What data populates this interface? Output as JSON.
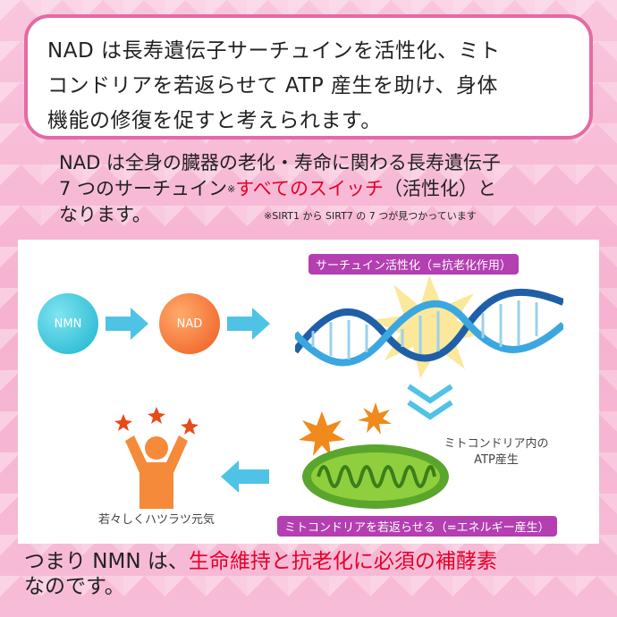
{
  "header": {
    "line1": "NAD は長寿遺伝子サーチュインを活性化、ミト",
    "line2": "コンドリアを若返らせて ATP 産生を助け、身体",
    "line3": "機能の修復を促すと考えられます。"
  },
  "intro": {
    "line1": "NAD は全身の臓器の老化・寿命に関わる長寿遺伝子",
    "line2_pre": "7 つのサーチュイン",
    "line2_sup": "※",
    "line2_red": "すべてのスイッチ",
    "line2_post": "（活性化）と",
    "line3": "なります。",
    "footnote": "※SIRT1 から SIRT7 の 7 つが見つかっています"
  },
  "diagram": {
    "nmn": "NMN",
    "nad": "NAD",
    "sirtuin_tag": "サーチュイン活性化（=抗老化作用）",
    "mito_label_line1": "ミトコンドリア内の",
    "mito_label_line2": "ATP産生",
    "mito_tag": "ミトコンドリアを若返らせる（=エネルギー産生）",
    "person_label": "若々しくハツラツ元気"
  },
  "footer": {
    "pre": "つまり NMN は、",
    "red": "生命維持と抗老化に必須の補酵素",
    "line2": "なのです。"
  },
  "colors": {
    "accent_pink": "#e56aa3",
    "red_text": "#e5002a",
    "tag_purple": "#b33fb1",
    "arrow_blue": "#4fc3e6"
  }
}
